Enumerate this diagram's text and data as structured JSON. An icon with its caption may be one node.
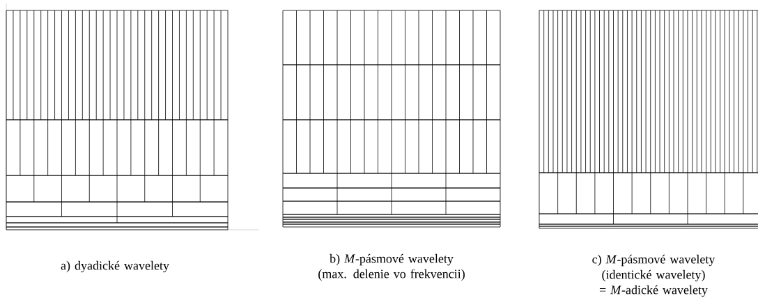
{
  "diagram": {
    "labels": [
      "a) dyadické wavelety",
      "b) *M*-pásmové wavelety (max. delenie vo frekvencii)",
      "c) *M*-pásmové wavelety (identické wavelety) = *M*-adické wavelety"
    ]
  }
}
